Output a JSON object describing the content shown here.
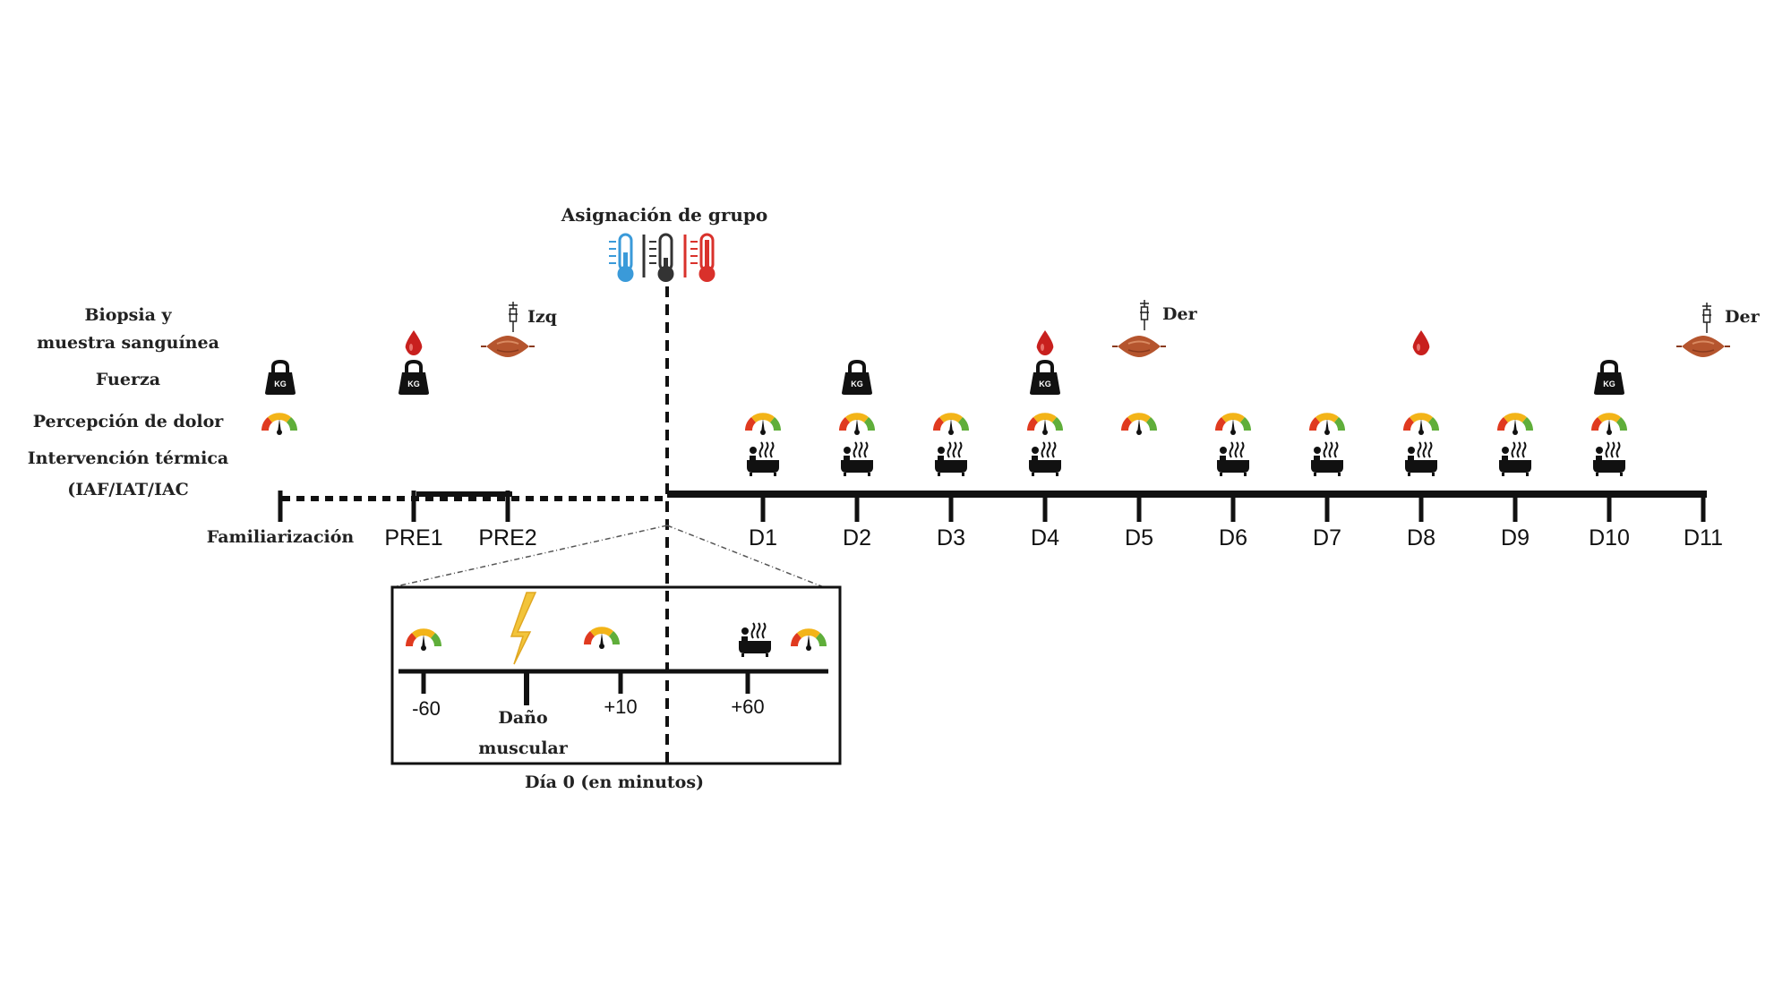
{
  "title": "Asignación de grupo",
  "row_labels": {
    "biopsy_line1": "Biopsia y",
    "biopsy_line2": "muestra sanguínea",
    "strength": "Fuerza",
    "pain": "Percepción de dolor",
    "thermal_line1": "Intervención térmica",
    "thermal_line2": "(IAF/IAT/IAC"
  },
  "timepoints": [
    {
      "label": "Familiarización",
      "style": "serif"
    },
    {
      "label": "PRE1",
      "style": "sans"
    },
    {
      "label": "PRE2",
      "style": "sans"
    },
    {
      "label": "D1",
      "style": "sans"
    },
    {
      "label": "D2",
      "style": "sans"
    },
    {
      "label": "D3",
      "style": "sans"
    },
    {
      "label": "D4",
      "style": "sans"
    },
    {
      "label": "D5",
      "style": "sans"
    },
    {
      "label": "D6",
      "style": "sans"
    },
    {
      "label": "D7",
      "style": "sans"
    },
    {
      "label": "D8",
      "style": "sans"
    },
    {
      "label": "D9",
      "style": "sans"
    },
    {
      "label": "D10",
      "style": "sans"
    },
    {
      "label": "D11",
      "style": "sans"
    }
  ],
  "biopsy_sides": {
    "pre2": "Izq",
    "d5": "Der",
    "d11": "Der"
  },
  "inset": {
    "caption": "Día 0 (en minutos)",
    "ticks": [
      "-60",
      "+10",
      "+60"
    ],
    "damage_line1": "Daño",
    "damage_line2": "muscular"
  },
  "icons": [
    "thermometer-cold-icon",
    "thermometer-neutral-icon",
    "thermometer-hot-icon",
    "blood-drop-icon",
    "muscle-biopsy-icon",
    "syringe-icon",
    "kettlebell-kg-icon",
    "pain-gauge-icon",
    "hot-bath-icon",
    "lightning-icon"
  ],
  "colors": {
    "cold": "#3a9ad9",
    "neutral": "#333333",
    "hot": "#d9312b",
    "blood": "#c8201e",
    "muscle": "#b5552e",
    "lightning": "#f2c43a",
    "gauge_red": "#e03a1f",
    "gauge_yellow": "#f3b418",
    "gauge_green": "#5fae3a"
  }
}
